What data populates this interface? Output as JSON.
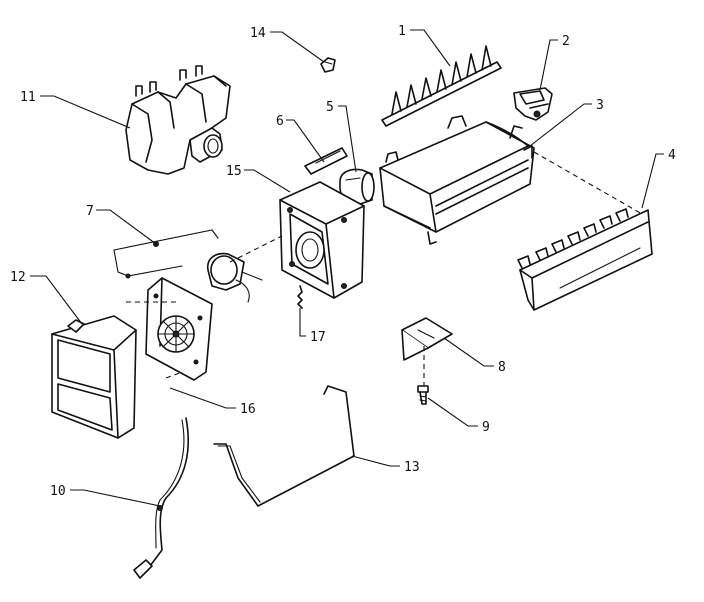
{
  "callouts": {
    "c1": "1",
    "c2": "2",
    "c3": "3",
    "c4": "4",
    "c5": "5",
    "c6": "6",
    "c7": "7",
    "c8": "8",
    "c9": "9",
    "c10": "10",
    "c11": "11",
    "c12": "12",
    "c13": "13",
    "c14": "14",
    "c15": "15",
    "c16": "16",
    "c17": "17"
  },
  "parts": [
    {
      "callout": "1",
      "icon": "ejector-blade-icon"
    },
    {
      "callout": "2",
      "icon": "bearing-bracket-icon"
    },
    {
      "callout": "3",
      "icon": "ice-mold-icon"
    },
    {
      "callout": "4",
      "icon": "ice-stripper-icon"
    },
    {
      "callout": "5",
      "icon": "thermostat-icon"
    },
    {
      "callout": "6",
      "icon": "heater-clip-icon"
    },
    {
      "callout": "7",
      "icon": "wiring-harness-icon"
    },
    {
      "callout": "8",
      "icon": "mounting-bracket-icon"
    },
    {
      "callout": "9",
      "icon": "screw-icon"
    },
    {
      "callout": "10",
      "icon": "power-cord-icon"
    },
    {
      "callout": "11",
      "icon": "water-valve-icon"
    },
    {
      "callout": "12",
      "icon": "control-cover-icon"
    },
    {
      "callout": "13",
      "icon": "shutoff-arm-icon"
    },
    {
      "callout": "14",
      "icon": "small-clip-icon"
    },
    {
      "callout": "15",
      "icon": "motor-housing-icon"
    },
    {
      "callout": "16",
      "icon": "motor-plate-icon"
    },
    {
      "callout": "17",
      "icon": "spring-icon"
    }
  ]
}
